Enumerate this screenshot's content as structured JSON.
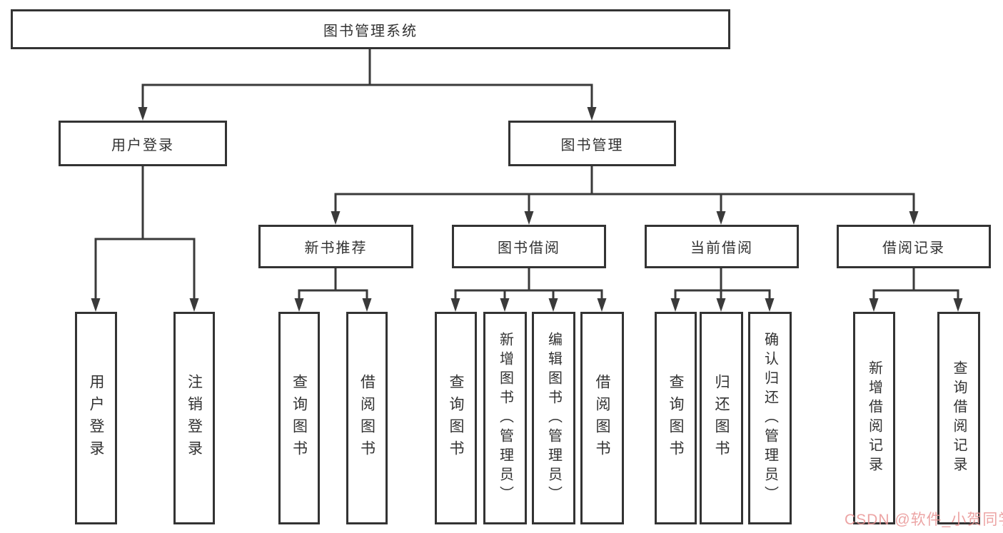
{
  "diagram_title": "图书管理系统",
  "tree": {
    "label": "图书管理系统",
    "children": [
      {
        "label": "用户登录",
        "children": [
          {
            "label": "用户登录"
          },
          {
            "label": "注销登录"
          }
        ]
      },
      {
        "label": "图书管理",
        "children": [
          {
            "label": "新书推荐",
            "children": [
              {
                "label": "查询图书"
              },
              {
                "label": "借阅图书"
              }
            ]
          },
          {
            "label": "图书借阅",
            "children": [
              {
                "label": "查询图书"
              },
              {
                "label": "新增图书（管理员）"
              },
              {
                "label": "编辑图书（管理员）"
              },
              {
                "label": "借阅图书"
              }
            ]
          },
          {
            "label": "当前借阅",
            "children": [
              {
                "label": "查询图书"
              },
              {
                "label": "归还图书"
              },
              {
                "label": "确认归还（管理员）"
              }
            ]
          },
          {
            "label": "借阅记录",
            "children": [
              {
                "label": "新增借阅记录"
              },
              {
                "label": "查询借阅记录"
              }
            ]
          }
        ]
      }
    ]
  },
  "watermark": {
    "text": "CSDN @软件_小贺同学"
  },
  "colors": {
    "line": "#3a3a3a",
    "box_border": "#333333",
    "text": "#323232",
    "background": "#ffffff",
    "watermark": "#e99494"
  }
}
